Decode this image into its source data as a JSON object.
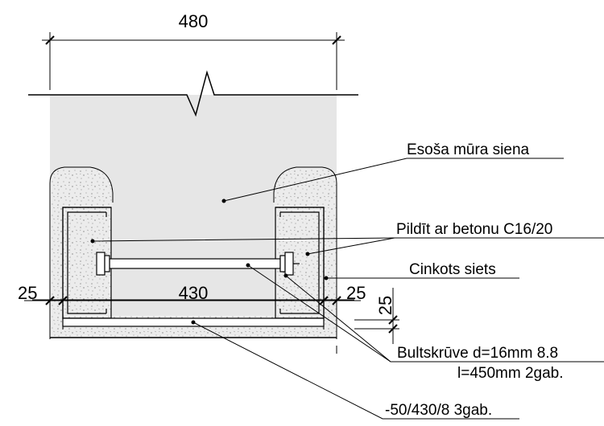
{
  "dimensions": {
    "overall_width": "480",
    "inner_width": "430",
    "left_offset": "25",
    "right_offset": "25",
    "vertical_offset": "25"
  },
  "labels": {
    "wall": "Esoša mūra siena",
    "concrete_fill": "Pildīt ar betonu C16/20",
    "mesh": "Cinkots siets",
    "bolt_line1": "Bultskrūve d=16mm 8.8",
    "bolt_line2": "l=450mm 2gab.",
    "plate": "-50/430/8 3gab."
  },
  "colors": {
    "wall_fill": "#e6e6e6",
    "concrete_fill": "#ececec",
    "line": "#000000"
  }
}
